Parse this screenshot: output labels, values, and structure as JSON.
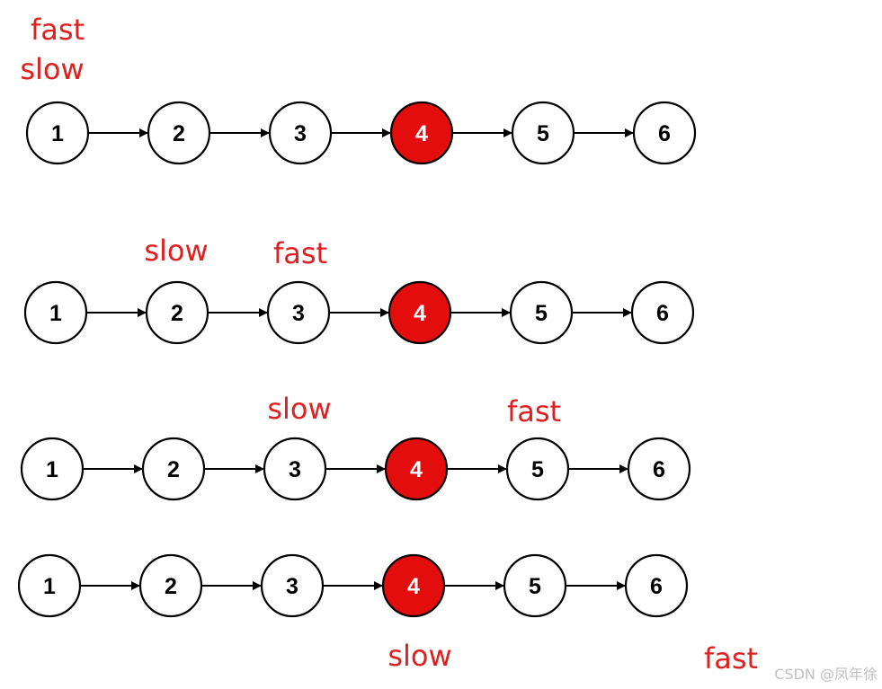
{
  "colors": {
    "node_fill": "#ffffff",
    "highlight_fill": "#e30d0d",
    "label_color": "#e02020",
    "watermark_color": "#c0c0c0"
  },
  "rows": [
    {
      "nodes": [
        "1",
        "2",
        "3",
        "4",
        "5",
        "6"
      ],
      "highlight_index": 3,
      "pointers": [
        {
          "label": "fast"
        },
        {
          "label": "slow"
        }
      ]
    },
    {
      "nodes": [
        "1",
        "2",
        "3",
        "4",
        "5",
        "6"
      ],
      "highlight_index": 3,
      "pointers": [
        {
          "label": "slow"
        },
        {
          "label": "fast"
        }
      ]
    },
    {
      "nodes": [
        "1",
        "2",
        "3",
        "4",
        "5",
        "6"
      ],
      "highlight_index": 3,
      "pointers": [
        {
          "label": "slow"
        },
        {
          "label": "fast"
        }
      ]
    },
    {
      "nodes": [
        "1",
        "2",
        "3",
        "4",
        "5",
        "6"
      ],
      "highlight_index": 3,
      "pointers": [
        {
          "label": "slow"
        },
        {
          "label": "fast"
        }
      ]
    }
  ],
  "watermark": "CSDN @凤年徐"
}
